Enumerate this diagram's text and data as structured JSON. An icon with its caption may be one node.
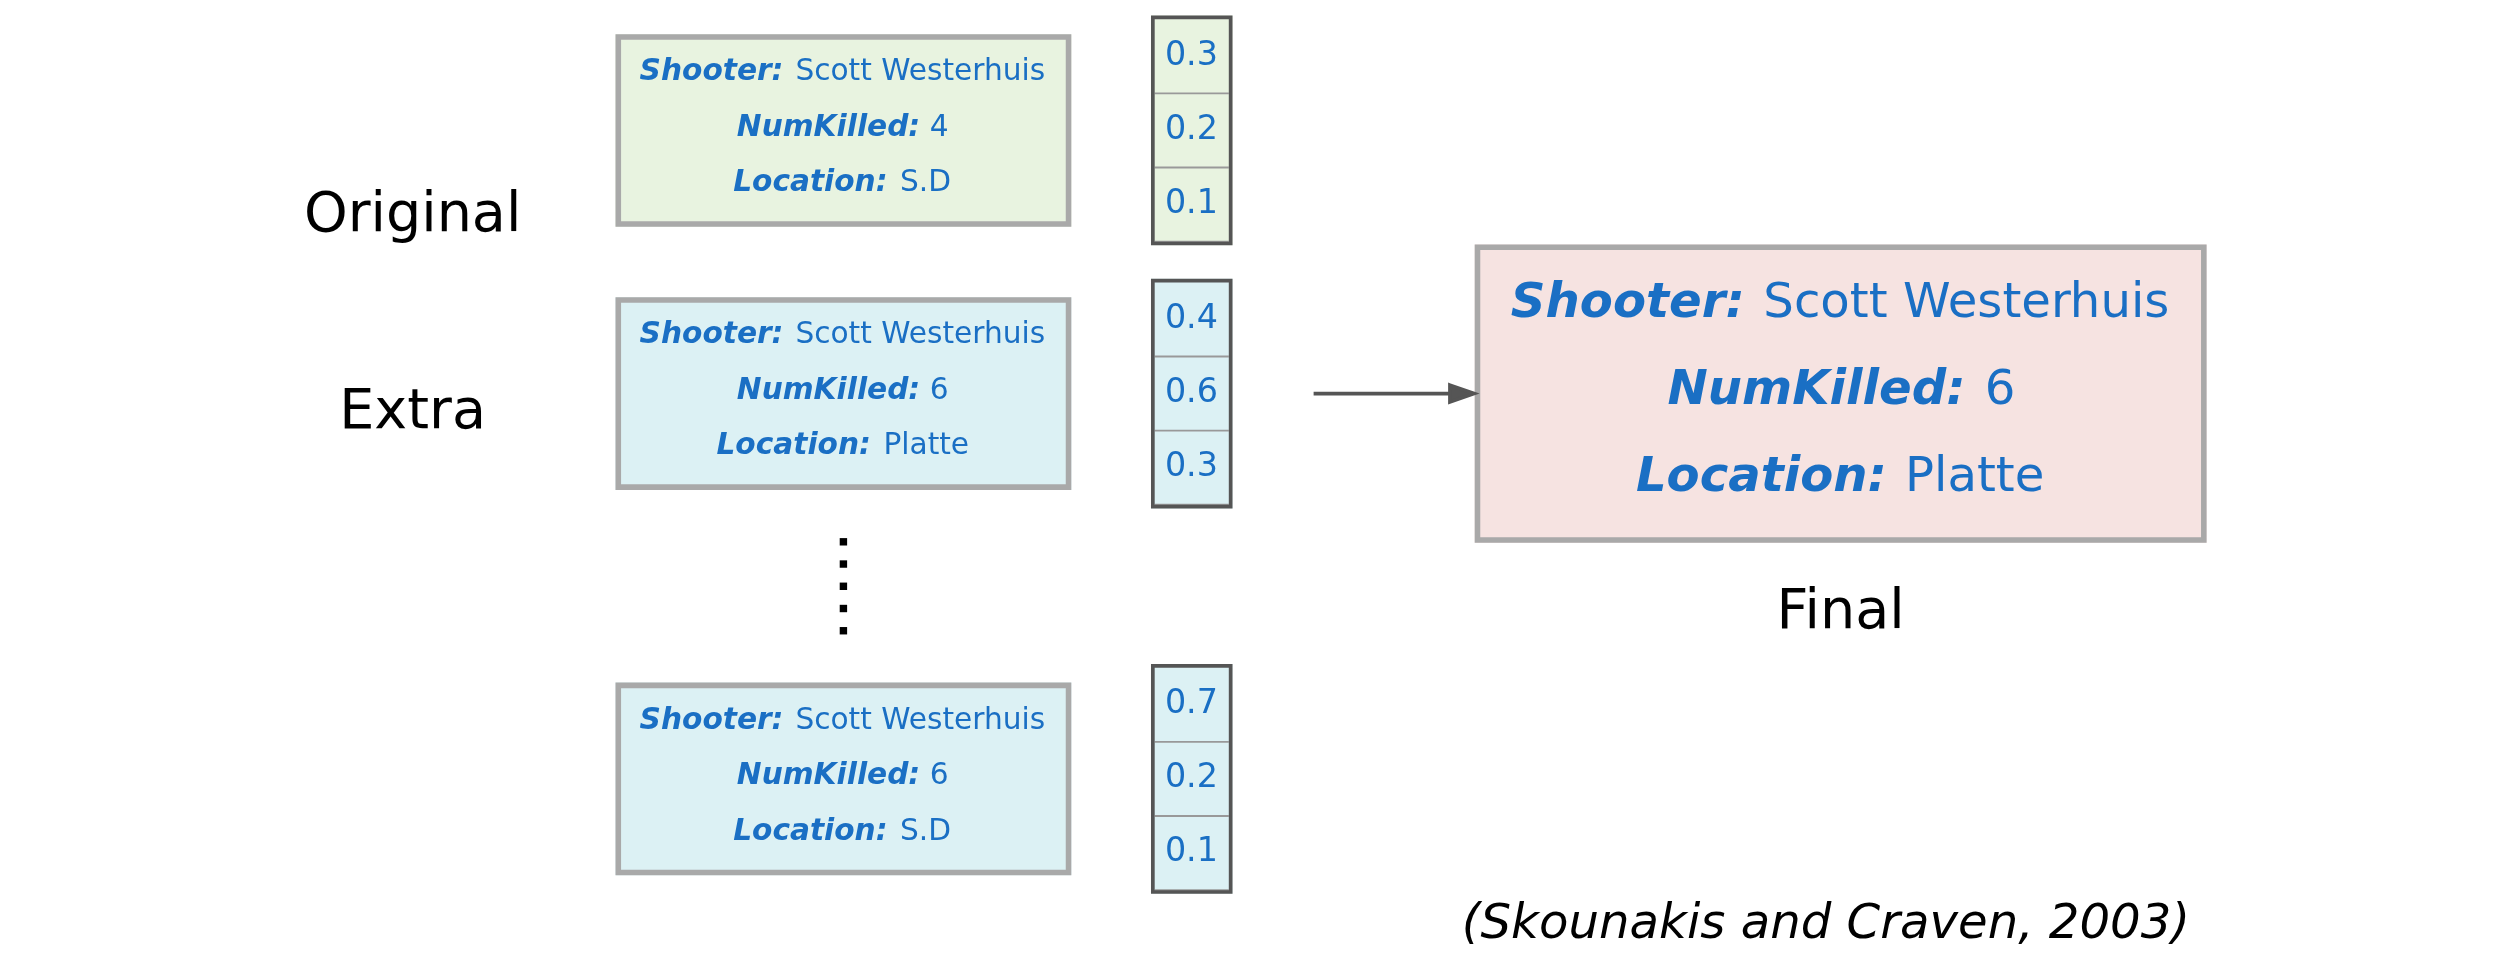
{
  "diagram": {
    "caption": "(Skounakis and Craven, 2003)",
    "nodes": [
      {
        "text": [
          "Shooter: Scott Westerhuis",
          "NumKilled: 4",
          "Location: S.D"
        ]
      },
      {
        "text": [
          "0.3",
          "0.2",
          "0.1"
        ]
      },
      {
        "text": [
          "Shooter: Scott Westerhuis",
          "NumKilled: 6",
          "Location: Platte"
        ]
      },
      {
        "text": [
          "0.4",
          "0.6",
          "0.3"
        ]
      },
      {
        "text": [
          "Shooter: Scott Westerhuis",
          "NumKilled: 6",
          "Location: S.D"
        ]
      },
      {
        "text": [
          "0.7",
          "0.2",
          "0.1"
        ]
      },
      {
        "text": [
          "Shooter: Scott Westerhuis",
          "NumKilled: 6",
          "Location: Platte"
        ],
        "beside": [
          "Final"
        ]
      }
    ],
    "edges": [
      {
        "from": null,
        "to": 6,
        "arrow": "to"
      }
    ],
    "labels": [
      "Original",
      "Extra"
    ]
  }
}
